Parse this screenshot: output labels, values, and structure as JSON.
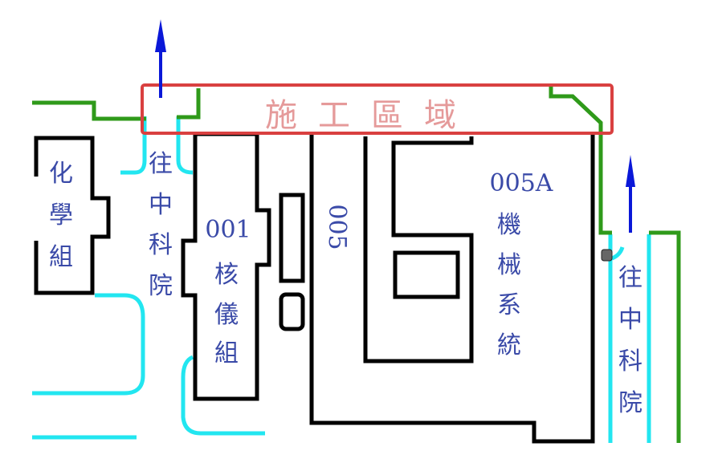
{
  "construction_zone": {
    "label": "施工區域",
    "color": "#d94040"
  },
  "buildings": {
    "chem": {
      "name": [
        "化",
        "學",
        "組"
      ]
    },
    "b001": {
      "code": "001",
      "name": [
        "核",
        "儀",
        "組"
      ]
    },
    "b005": {
      "code": "005"
    },
    "b005a": {
      "code": "005A",
      "name": [
        "機",
        "械",
        "系",
        "統"
      ]
    }
  },
  "directions": {
    "left": {
      "text": [
        "往",
        "中",
        "科",
        "院"
      ]
    },
    "right": {
      "text": [
        "往",
        "中",
        "科",
        "院"
      ]
    }
  },
  "colors": {
    "route": "#2f9a1a",
    "arrow": "#0a18d8",
    "road": "#22e6f0",
    "building": "#000000",
    "text": "#3a4aa8"
  }
}
